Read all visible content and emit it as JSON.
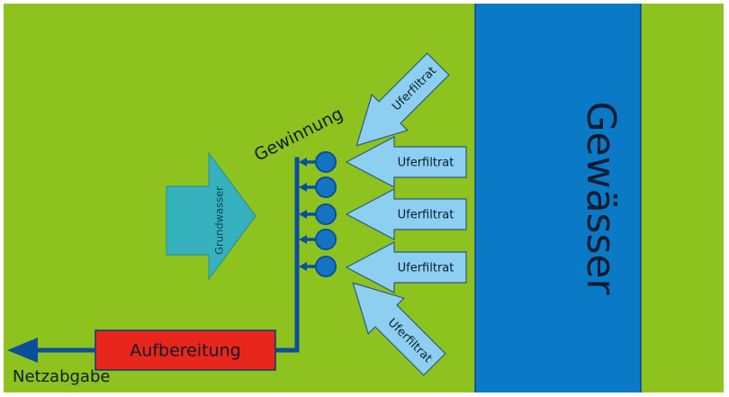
{
  "labels": {
    "water_body": "Gewässer",
    "extraction": "Gewinnung",
    "groundwater": "Grundwasser",
    "treatment": "Aufbereitung",
    "network_supply": "Netzabgabe",
    "bank_filtrate": [
      "Uferfiltrat",
      "Uferfiltrat",
      "Uferfiltrat",
      "Uferfiltrat",
      "Uferfiltrat"
    ]
  },
  "colors": {
    "land": "#8dc21f",
    "water": "#0a79c6",
    "pipe": "#0b4f9c",
    "well": "#1474c4",
    "filtrate_arrow": "#8ccff0",
    "groundwater_arrow": "#35b2bd",
    "treatment_box": "#e8261b"
  },
  "well_count": 5
}
